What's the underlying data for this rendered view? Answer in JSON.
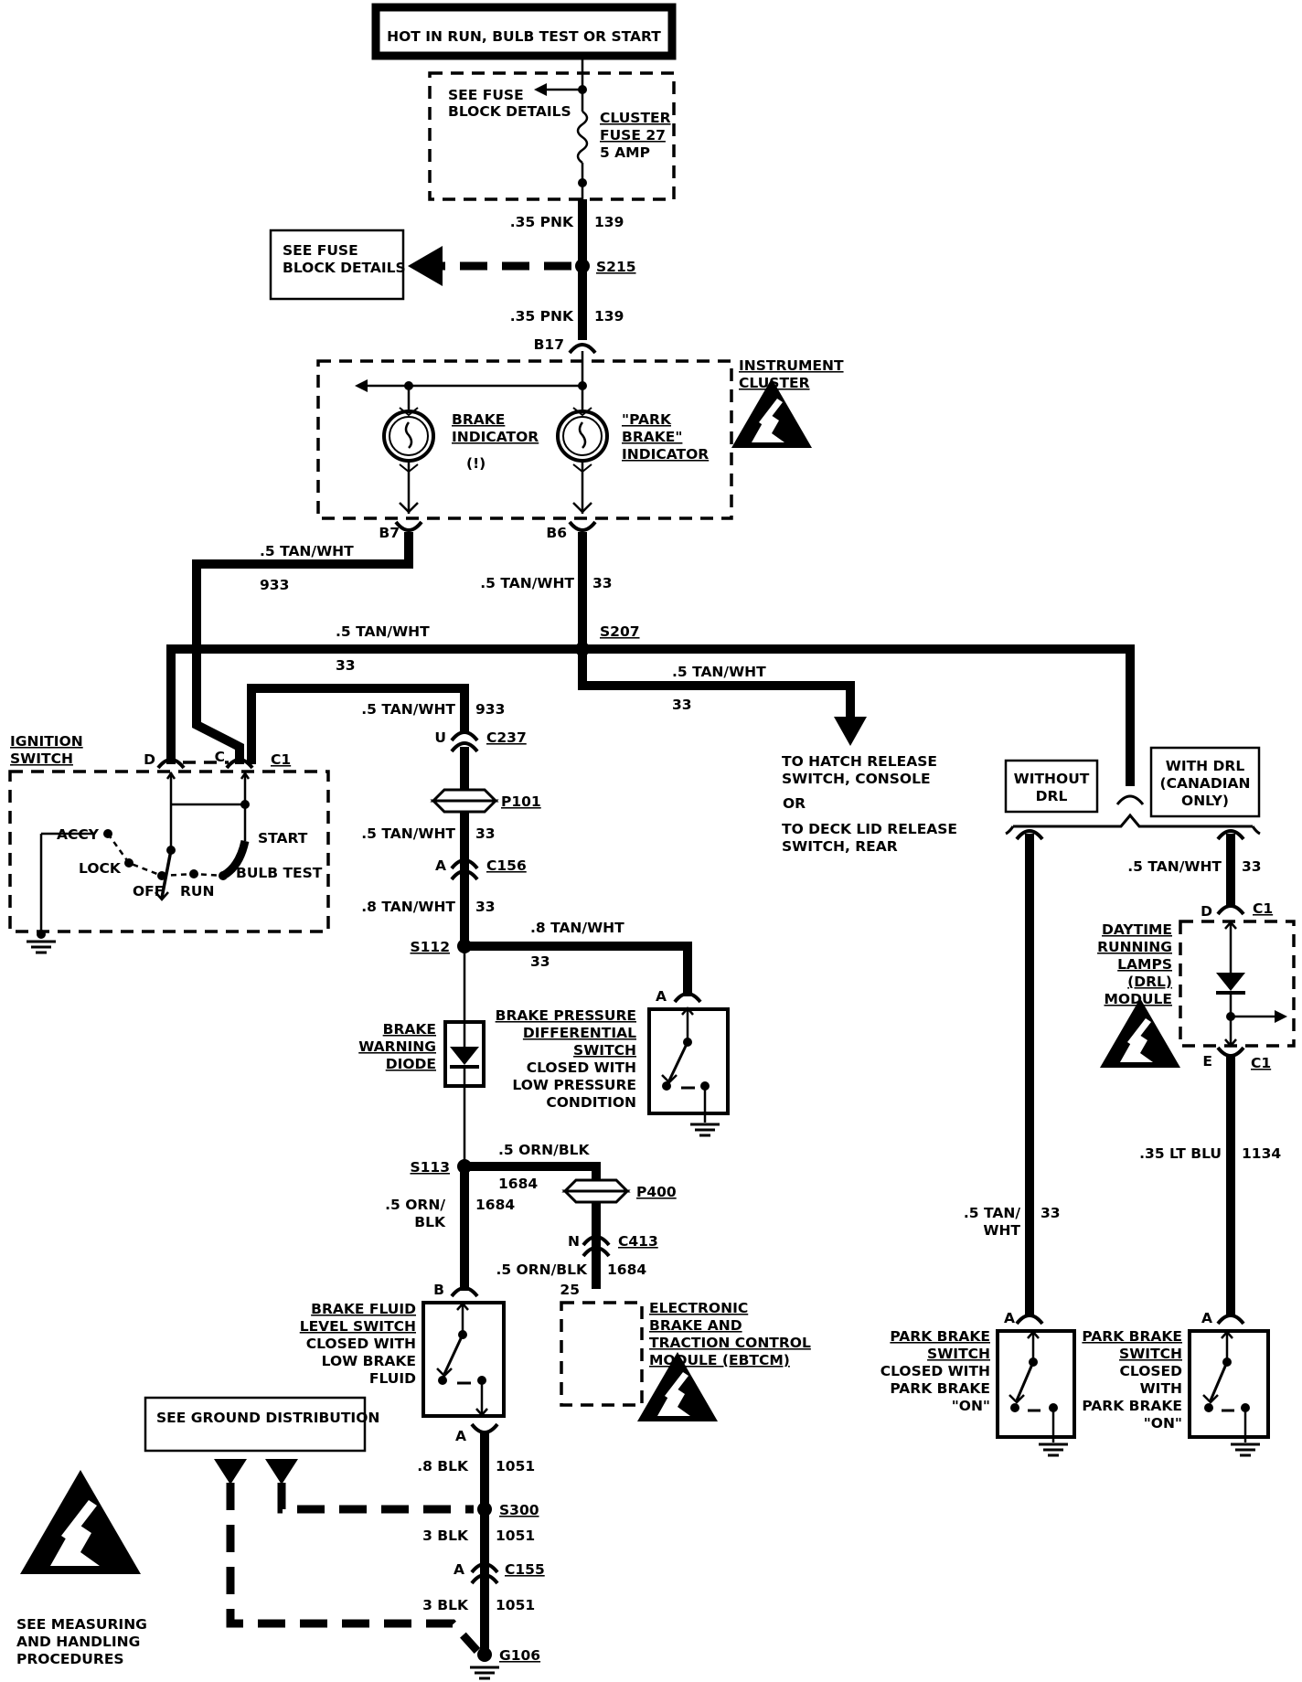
{
  "top_box": {
    "label": "HOT IN RUN, BULB TEST OR START"
  },
  "fuse_block": {
    "see_fuse_line1": "SEE FUSE",
    "see_fuse_line2": "BLOCK DETAILS",
    "fuse_line1": "CLUSTER",
    "fuse_line2": "FUSE 27",
    "fuse_line3": "5 AMP"
  },
  "wire_139_a": {
    "gauge": ".35 PNK",
    "circuit": "139"
  },
  "s215": {
    "label": "S215",
    "box_line1": "SEE FUSE",
    "box_line2": "BLOCK DETAILS"
  },
  "wire_139_b": {
    "gauge": ".35 PNK",
    "circuit": "139",
    "connector": "B17"
  },
  "instrument_cluster": {
    "label_line1": "INSTRUMENT",
    "label_line2": "CLUSTER",
    "brake_line1": "BRAKE",
    "brake_line2": "INDICATOR",
    "brake_symbol": "(!)",
    "park_line1": "\"PARK",
    "park_line2": "BRAKE\"",
    "park_line3": "INDICATOR",
    "pin_b7": "B7",
    "pin_b6": "B6"
  },
  "wire_933": {
    "gauge": ".5 TAN/WHT",
    "circuit": "933"
  },
  "wire_33_b6": {
    "gauge": ".5 TAN/WHT",
    "circuit": "33"
  },
  "s207": {
    "label": "S207",
    "left_gauge": ".5 TAN/WHT",
    "left_circuit": "33",
    "right_gauge": ".5 TAN/WHT",
    "right_circuit": "33"
  },
  "hatch": {
    "line1": "TO HATCH RELEASE",
    "line2": "SWITCH, CONSOLE",
    "or": "OR",
    "line3": "TO DECK LID RELEASE",
    "line4": "SWITCH, REAR"
  },
  "ignition": {
    "label_line1": "IGNITION",
    "label_line2": "SWITCH",
    "pin_d": "D",
    "pin_c": "C",
    "pin_c1": "C1",
    "accy": "ACCY",
    "lock": "LOCK",
    "off": "OFF",
    "run": "RUN",
    "start": "START",
    "bulb_test": "BULB TEST"
  },
  "c237": {
    "gauge": ".5 TAN/WHT",
    "circuit": "933",
    "pin": "U",
    "label": "C237"
  },
  "p101": {
    "label": "P101"
  },
  "c156": {
    "gauge_upper": ".5 TAN/WHT",
    "circuit_upper": "33",
    "pin": "A",
    "label": "C156",
    "gauge_lower": ".8 TAN/WHT",
    "circuit_lower": "33"
  },
  "s112": {
    "label": "S112",
    "gauge": ".8 TAN/WHT",
    "circuit": "33"
  },
  "brake_pressure": {
    "pin": "A",
    "line1": "BRAKE PRESSURE",
    "line2": "DIFFERENTIAL",
    "line3": "SWITCH",
    "line4": "CLOSED WITH",
    "line5": "LOW PRESSURE",
    "line6": "CONDITION"
  },
  "diode": {
    "line1": "BRAKE",
    "line2": "WARNING",
    "line3": "DIODE"
  },
  "s113": {
    "label": "S113",
    "gauge": ".5 ORN/BLK",
    "circuit": "1684",
    "down_gauge1": ".5 ORN/",
    "down_gauge2": "BLK",
    "down_circuit": "1684"
  },
  "p400": {
    "label": "P400"
  },
  "c413": {
    "pin": "N",
    "label": "C413",
    "gauge": ".5 ORN/BLK",
    "circuit": "1684",
    "pin25": "25"
  },
  "ebtcm": {
    "line1": "ELECTRONIC",
    "line2": "BRAKE AND",
    "line3": "TRACTION CONTROL",
    "line4": "MODULE (EBTCM)"
  },
  "fluid_switch": {
    "pin_b": "B",
    "pin_a": "A",
    "line1": "BRAKE FLUID",
    "line2": "LEVEL SWITCH",
    "line3": "CLOSED WITH",
    "line4": "LOW BRAKE",
    "line5": "FLUID"
  },
  "ground_dist": {
    "label": "SEE GROUND DISTRIBUTION"
  },
  "ground_wires": {
    "g1": ".8 BLK",
    "c1": "1051",
    "s300": "S300",
    "g2": "3 BLK",
    "c2": "1051",
    "c155_pin": "A",
    "c155": "C155",
    "g3": "3 BLK",
    "c3": "1051",
    "g106": "G106"
  },
  "esd_note": {
    "line1": "SEE MEASURING",
    "line2": "AND HANDLING",
    "line3": "PROCEDURES"
  },
  "without_drl": {
    "line1": "WITHOUT",
    "line2": "DRL"
  },
  "with_drl": {
    "line1": "WITH DRL",
    "line2": "(CANADIAN",
    "line3": "ONLY)"
  },
  "drl_module": {
    "gauge_top": ".5 TAN/WHT",
    "circuit_top": "33",
    "pin_d": "D",
    "c1_top": "C1",
    "line1": "DAYTIME",
    "line2": "RUNNING",
    "line3": "LAMPS",
    "line4": "(DRL)",
    "line5": "MODULE",
    "pin_e": "E",
    "c1_bot": "C1",
    "gauge_bot": ".35 LT BLU",
    "circuit_bot": "1134"
  },
  "left_wire": {
    "gauge1": ".5 TAN/",
    "gauge2": "WHT",
    "circuit": "33"
  },
  "park_left": {
    "pin": "A",
    "line1": "PARK BRAKE",
    "line2": "SWITCH",
    "line3": "CLOSED WITH",
    "line4": "PARK BRAKE",
    "line5": "\"ON\""
  },
  "park_right": {
    "pin": "A",
    "line1": "PARK BRAKE",
    "line2": "SWITCH",
    "line3": "CLOSED",
    "line4": "WITH",
    "line5": "PARK BRAKE",
    "line6": "\"ON\""
  }
}
